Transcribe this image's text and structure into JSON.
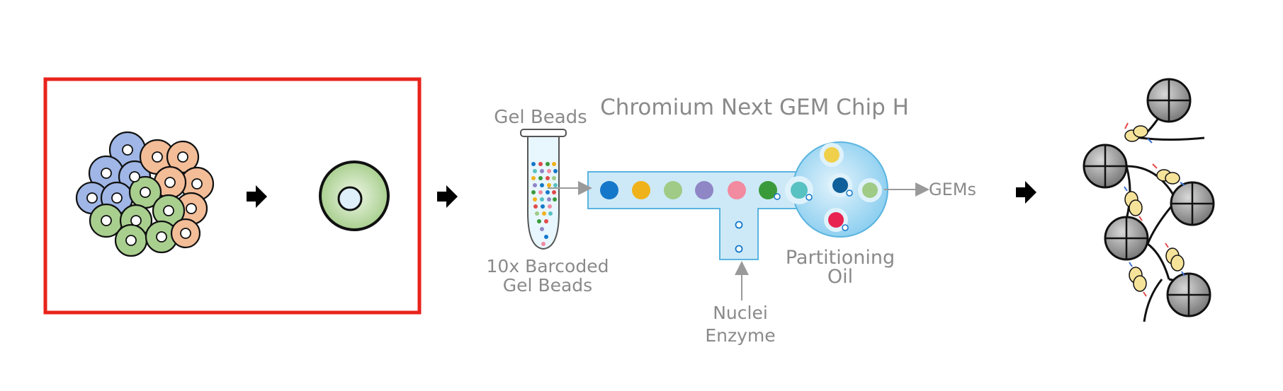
{
  "labels": {
    "chip_title": "Chromium Next GEM Chip H",
    "gel_beads": "Gel Beads",
    "barcoded_line1": "10x Barcoded",
    "barcoded_line2": "Gel Beads",
    "partitioning_line1": "Partitioning",
    "partitioning_line2": "Oil",
    "nuclei_line1": "Nuclei",
    "nuclei_line2": "Enzyme",
    "gems": "GEMs"
  },
  "colors": {
    "highlight_box": "#e8231b",
    "label_gray": "#8a8a8a",
    "channel_fill": "#cde9f7",
    "channel_stroke": "#5ab4e0",
    "cell_blue": "#9fb6e6",
    "cell_orange": "#f3bd98",
    "cell_green": "#a9cf8f",
    "bead_colors": [
      "#1477c9",
      "#f0b21a",
      "#9fcb86",
      "#8f86c6",
      "#f28aa0",
      "#3a9a3a",
      "#58c1c1"
    ]
  },
  "icons": {
    "arrows": "right-arrow-icon",
    "tube": "test-tube-icon",
    "dna_beads": "nucleosome-icon"
  }
}
